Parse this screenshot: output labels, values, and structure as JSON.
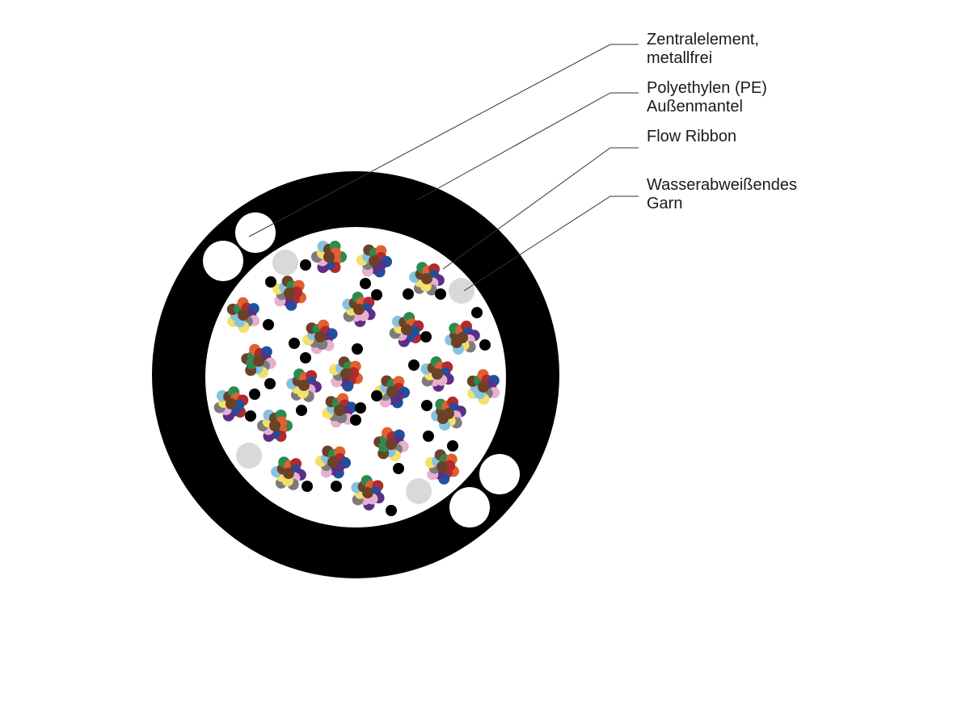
{
  "labels": [
    {
      "id": "central-element",
      "lines": [
        "Zentralelement,",
        "metallfrei"
      ]
    },
    {
      "id": "pe-jacket",
      "lines": [
        "Polyethylen (PE)",
        "Außenmantel"
      ]
    },
    {
      "id": "flow-ribbon",
      "lines": [
        "Flow Ribbon"
      ]
    },
    {
      "id": "water-yarn",
      "lines": [
        "Wasserabweißendes",
        "Garn"
      ]
    }
  ],
  "colors": {
    "jacket": "#000000",
    "core": "#ffffff",
    "strength_member": "#ffffff",
    "yarn": "#d9d9d9",
    "yarn_light": "#eeeeee",
    "leader": "#333333",
    "fiber_palette": [
      "#2d8a4e",
      "#e06030",
      "#b02a30",
      "#1f4fa0",
      "#5a2f86",
      "#e8b0d0",
      "#7c7c7c",
      "#f5e06a",
      "#84c4de",
      "#6b4226"
    ],
    "filler": "#000000"
  }
}
